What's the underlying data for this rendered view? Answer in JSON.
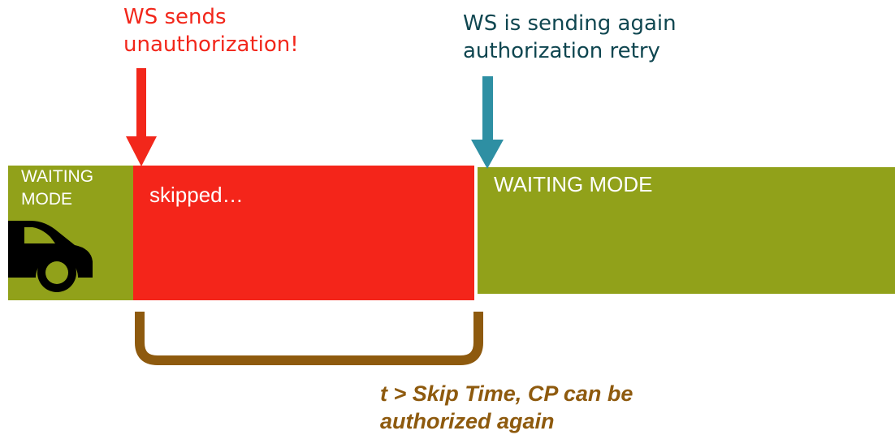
{
  "callouts": {
    "unauthorization": "WS sends\nunauthorization!",
    "retry": "WS is sending again\nauthorization retry"
  },
  "bars": {
    "left_label": "WAITING\nMODE",
    "skipped_label": "skipped…",
    "right_label": "WAITING MODE"
  },
  "caption": "t > Skip Time, CP can be\nauthorized again",
  "icons": {
    "left_vehicle": "car-icon",
    "red_marker": "down-arrow-icon",
    "teal_marker": "down-arrow-icon",
    "interval": "bracket-icon"
  },
  "colors": {
    "waiting_green": "#91a11a",
    "skipped_red": "#f4251a",
    "unauth_red": "#f2271b",
    "retry_teal": "#2e8fa3",
    "caption_brown": "#8e5a0e"
  }
}
